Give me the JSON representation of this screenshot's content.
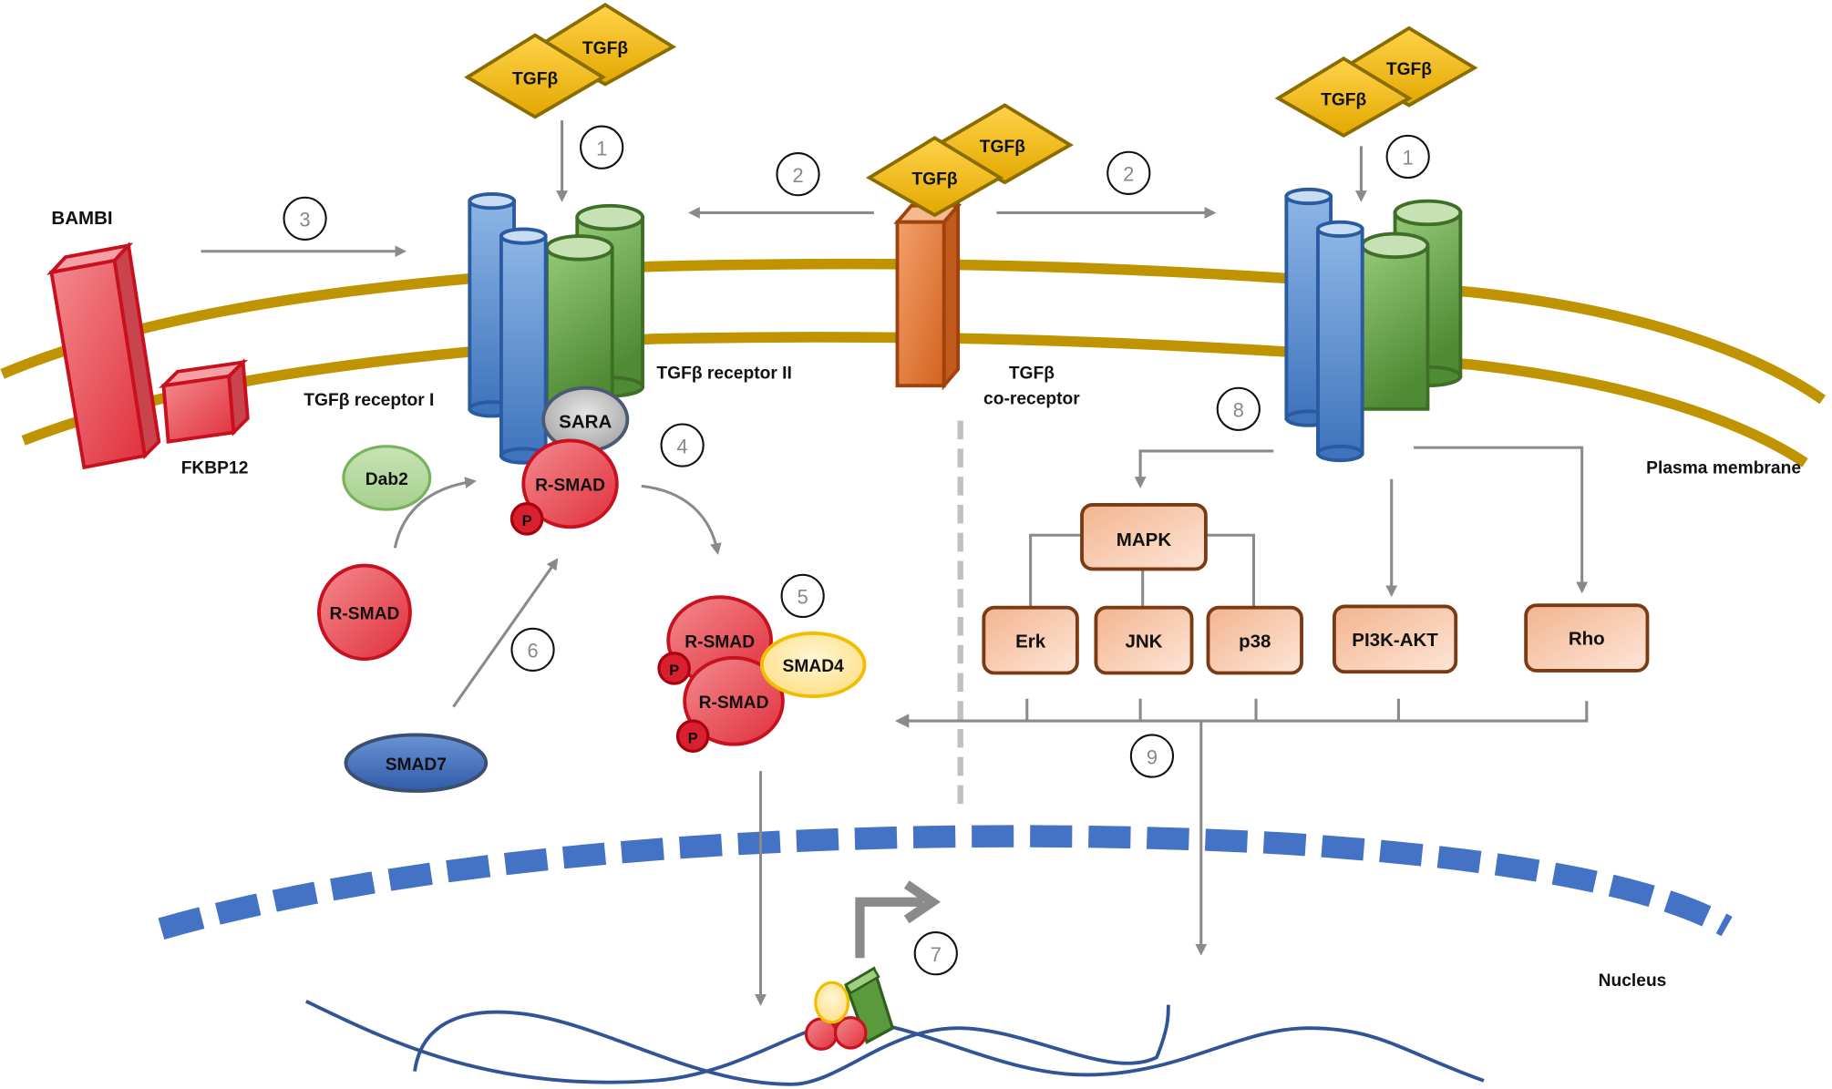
{
  "title": "TGFβ signaling pathway",
  "colors": {
    "membrane": "#c09300",
    "ligand_fill": "#f7c31a",
    "ligand_stroke": "#8a6d00",
    "receptor_I": "#4f87cc",
    "receptor_II": "#6aaa4a",
    "coreceptor": "#e8813a",
    "smad_red": "#e84c55",
    "smad4_yellow": "#ffe9a0",
    "smad7_blue": "#4a74c4",
    "kinase_box": "#f6c6a6",
    "nucleus_envelope": "#4472c4",
    "dna": "#2f5597",
    "arrow": "#8a8a8a"
  },
  "ligands": [
    {
      "id": "ligand-pair-left",
      "labels": [
        "TGFβ",
        "TGFβ"
      ]
    },
    {
      "id": "ligand-pair-center",
      "labels": [
        "TGFβ",
        "TGFβ"
      ]
    },
    {
      "id": "ligand-pair-right",
      "labels": [
        "TGFβ",
        "TGFβ"
      ]
    }
  ],
  "labels": {
    "bambi": "BAMBI",
    "fkbp12": "FKBP12",
    "receptor_I": "TGFβ receptor I",
    "receptor_II": "TGFβ receptor II",
    "coreceptor_line1": "TGFβ",
    "coreceptor_line2": "co-receptor",
    "plasma_membrane": "Plasma membrane",
    "nucleus": "Nucleus",
    "sara": "SARA",
    "dab2": "Dab2",
    "rsmad_active": "R-SMAD",
    "rsmad_free": "R-SMAD",
    "rsmad_complex_top": "R-SMAD",
    "rsmad_complex_bottom": "R-SMAD",
    "smad4": "SMAD4",
    "smad7": "SMAD7",
    "phospho": "P"
  },
  "kinases": {
    "mapk": "MAPK",
    "erk": "Erk",
    "jnk": "JNK",
    "p38": "p38",
    "pi3k": "PI3K-AKT",
    "rho": "Rho"
  },
  "steps": [
    "1",
    "2",
    "3",
    "4",
    "5",
    "6",
    "7",
    "8",
    "9"
  ]
}
